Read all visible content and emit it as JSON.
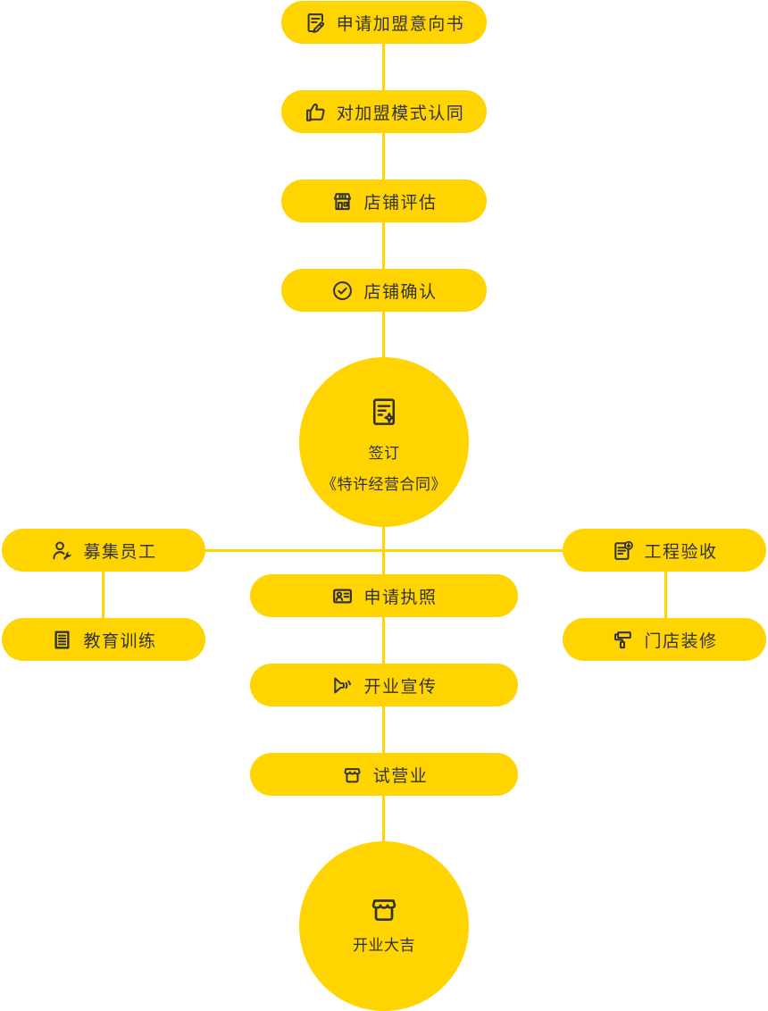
{
  "colors": {
    "node_fill": "#FFD400",
    "connector": "#FFD400",
    "ink": "#333333",
    "background": "#FFFFFF"
  },
  "flow": {
    "top_chain": [
      {
        "label": "申请加盟意向书",
        "icon": "document-edit-icon"
      },
      {
        "label": "对加盟模式认同",
        "icon": "thumbs-up-icon"
      },
      {
        "label": "店铺评估",
        "icon": "storefront-icon"
      },
      {
        "label": "店铺确认",
        "icon": "check-circle-icon"
      }
    ],
    "contract_circle": {
      "line1": "签订",
      "line2": "《特许经营合同》",
      "icon": "contract-seal-icon"
    },
    "side_branches": {
      "left": [
        {
          "label": "募集员工",
          "icon": "recruit-staff-icon"
        },
        {
          "label": "教育训练",
          "icon": "training-manual-icon"
        }
      ],
      "right": [
        {
          "label": "工程验收",
          "icon": "inspection-report-icon"
        },
        {
          "label": "门店装修",
          "icon": "paint-roller-icon"
        }
      ]
    },
    "mid_chain": [
      {
        "label": "申请执照",
        "icon": "id-card-icon"
      },
      {
        "label": "开业宣传",
        "icon": "loudspeaker-icon"
      },
      {
        "label": "试营业",
        "icon": "shop-awning-icon"
      }
    ],
    "opening_circle": {
      "label": "开业大吉",
      "icon": "storefront-awning-icon"
    }
  }
}
